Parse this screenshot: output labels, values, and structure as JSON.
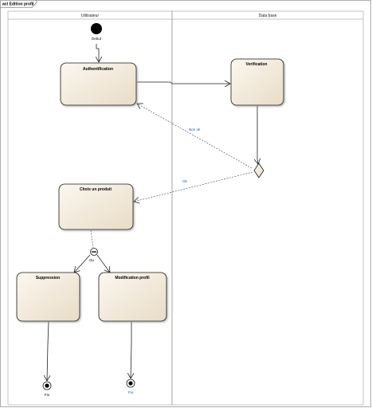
{
  "frame": {
    "title": "act Edition profil"
  },
  "lanes": [
    {
      "id": "utilisateur",
      "label": "Utilisateur"
    },
    {
      "id": "database",
      "label": "Data base"
    }
  ],
  "nodes": {
    "start": {
      "label": "Debut"
    },
    "authentification": {
      "label": "Authentification"
    },
    "verification": {
      "label": "Verification"
    },
    "choix": {
      "label": "Choix un produit"
    },
    "suppression": {
      "label": "Suppression"
    },
    "modification": {
      "label": "Modification profil"
    },
    "fin1": {
      "label": "Fin"
    },
    "fin2": {
      "label": "Fin"
    }
  },
  "guards": {
    "non_ok": "Non ok",
    "ok": "Ok",
    "fork": "Ou"
  },
  "colors": {
    "node_fill": "#f3eadb",
    "node_border": "#1a1a1a",
    "guard_text": "#1a5a8a"
  }
}
